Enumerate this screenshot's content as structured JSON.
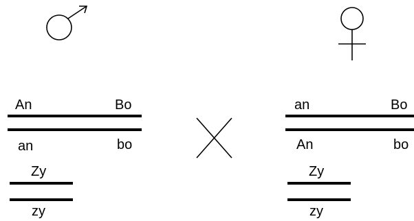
{
  "male": {
    "symbol_name": "male-symbol-icon",
    "chromosome_pair_1": {
      "top_left": "An",
      "top_right": "Bo",
      "bottom_left": "an",
      "bottom_right": "bo"
    },
    "chromosome_pair_2": {
      "top": "Zy",
      "bottom": "zy"
    }
  },
  "cross": {
    "symbol_name": "cross-x-icon"
  },
  "female": {
    "symbol_name": "female-symbol-icon",
    "chromosome_pair_1": {
      "top_left": "an",
      "top_right": "Bo",
      "bottom_left": "An",
      "bottom_right": "bo"
    },
    "chromosome_pair_2": {
      "top": "Zy",
      "bottom": "zy"
    }
  },
  "colors": {
    "ink": "#000000",
    "background": "#ffffff"
  }
}
